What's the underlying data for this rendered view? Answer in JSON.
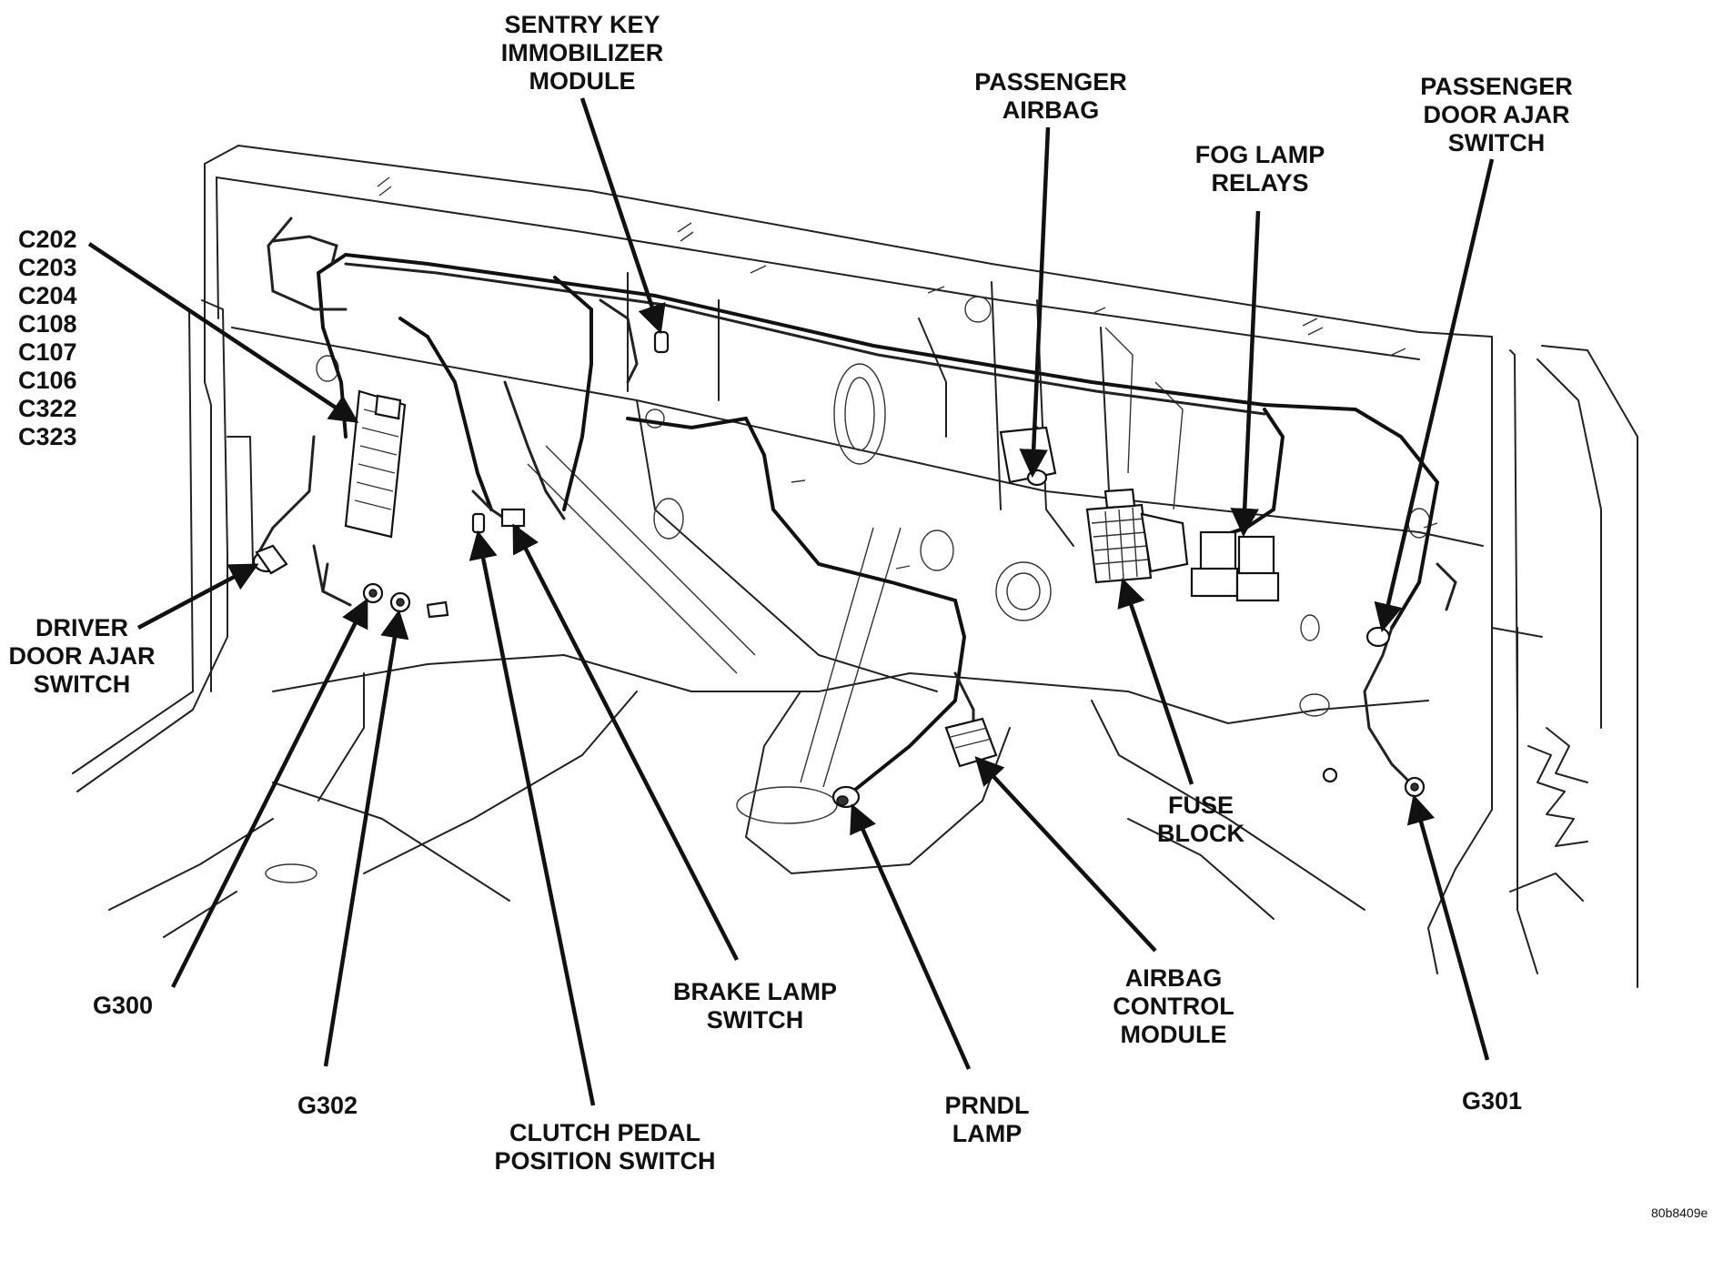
{
  "labels": {
    "sentry_key": [
      "SENTRY KEY",
      "IMMOBILIZER",
      "MODULE"
    ],
    "passenger_airbag": [
      "PASSENGER",
      "AIRBAG"
    ],
    "fog_lamp_relays": [
      "FOG LAMP",
      "RELAYS"
    ],
    "passenger_door_ajar": [
      "PASSENGER",
      "DOOR AJAR",
      "SWITCH"
    ],
    "connectors": [
      "C202",
      "C203",
      "C204",
      "C108",
      "C107",
      "C106",
      "C322",
      "C323"
    ],
    "driver_door_ajar": [
      "DRIVER",
      "DOOR AJAR",
      "SWITCH"
    ],
    "fuse_block": [
      "FUSE",
      "BLOCK"
    ],
    "g300": "G300",
    "g302": "G302",
    "clutch_pedal": [
      "CLUTCH PEDAL",
      "POSITION SWITCH"
    ],
    "brake_lamp": [
      "BRAKE LAMP",
      "SWITCH"
    ],
    "prndl_lamp": [
      "PRNDL",
      "LAMP"
    ],
    "airbag_control": [
      "AIRBAG",
      "CONTROL",
      "MODULE"
    ],
    "g301": "G301"
  },
  "figure_code": "80b8409e"
}
